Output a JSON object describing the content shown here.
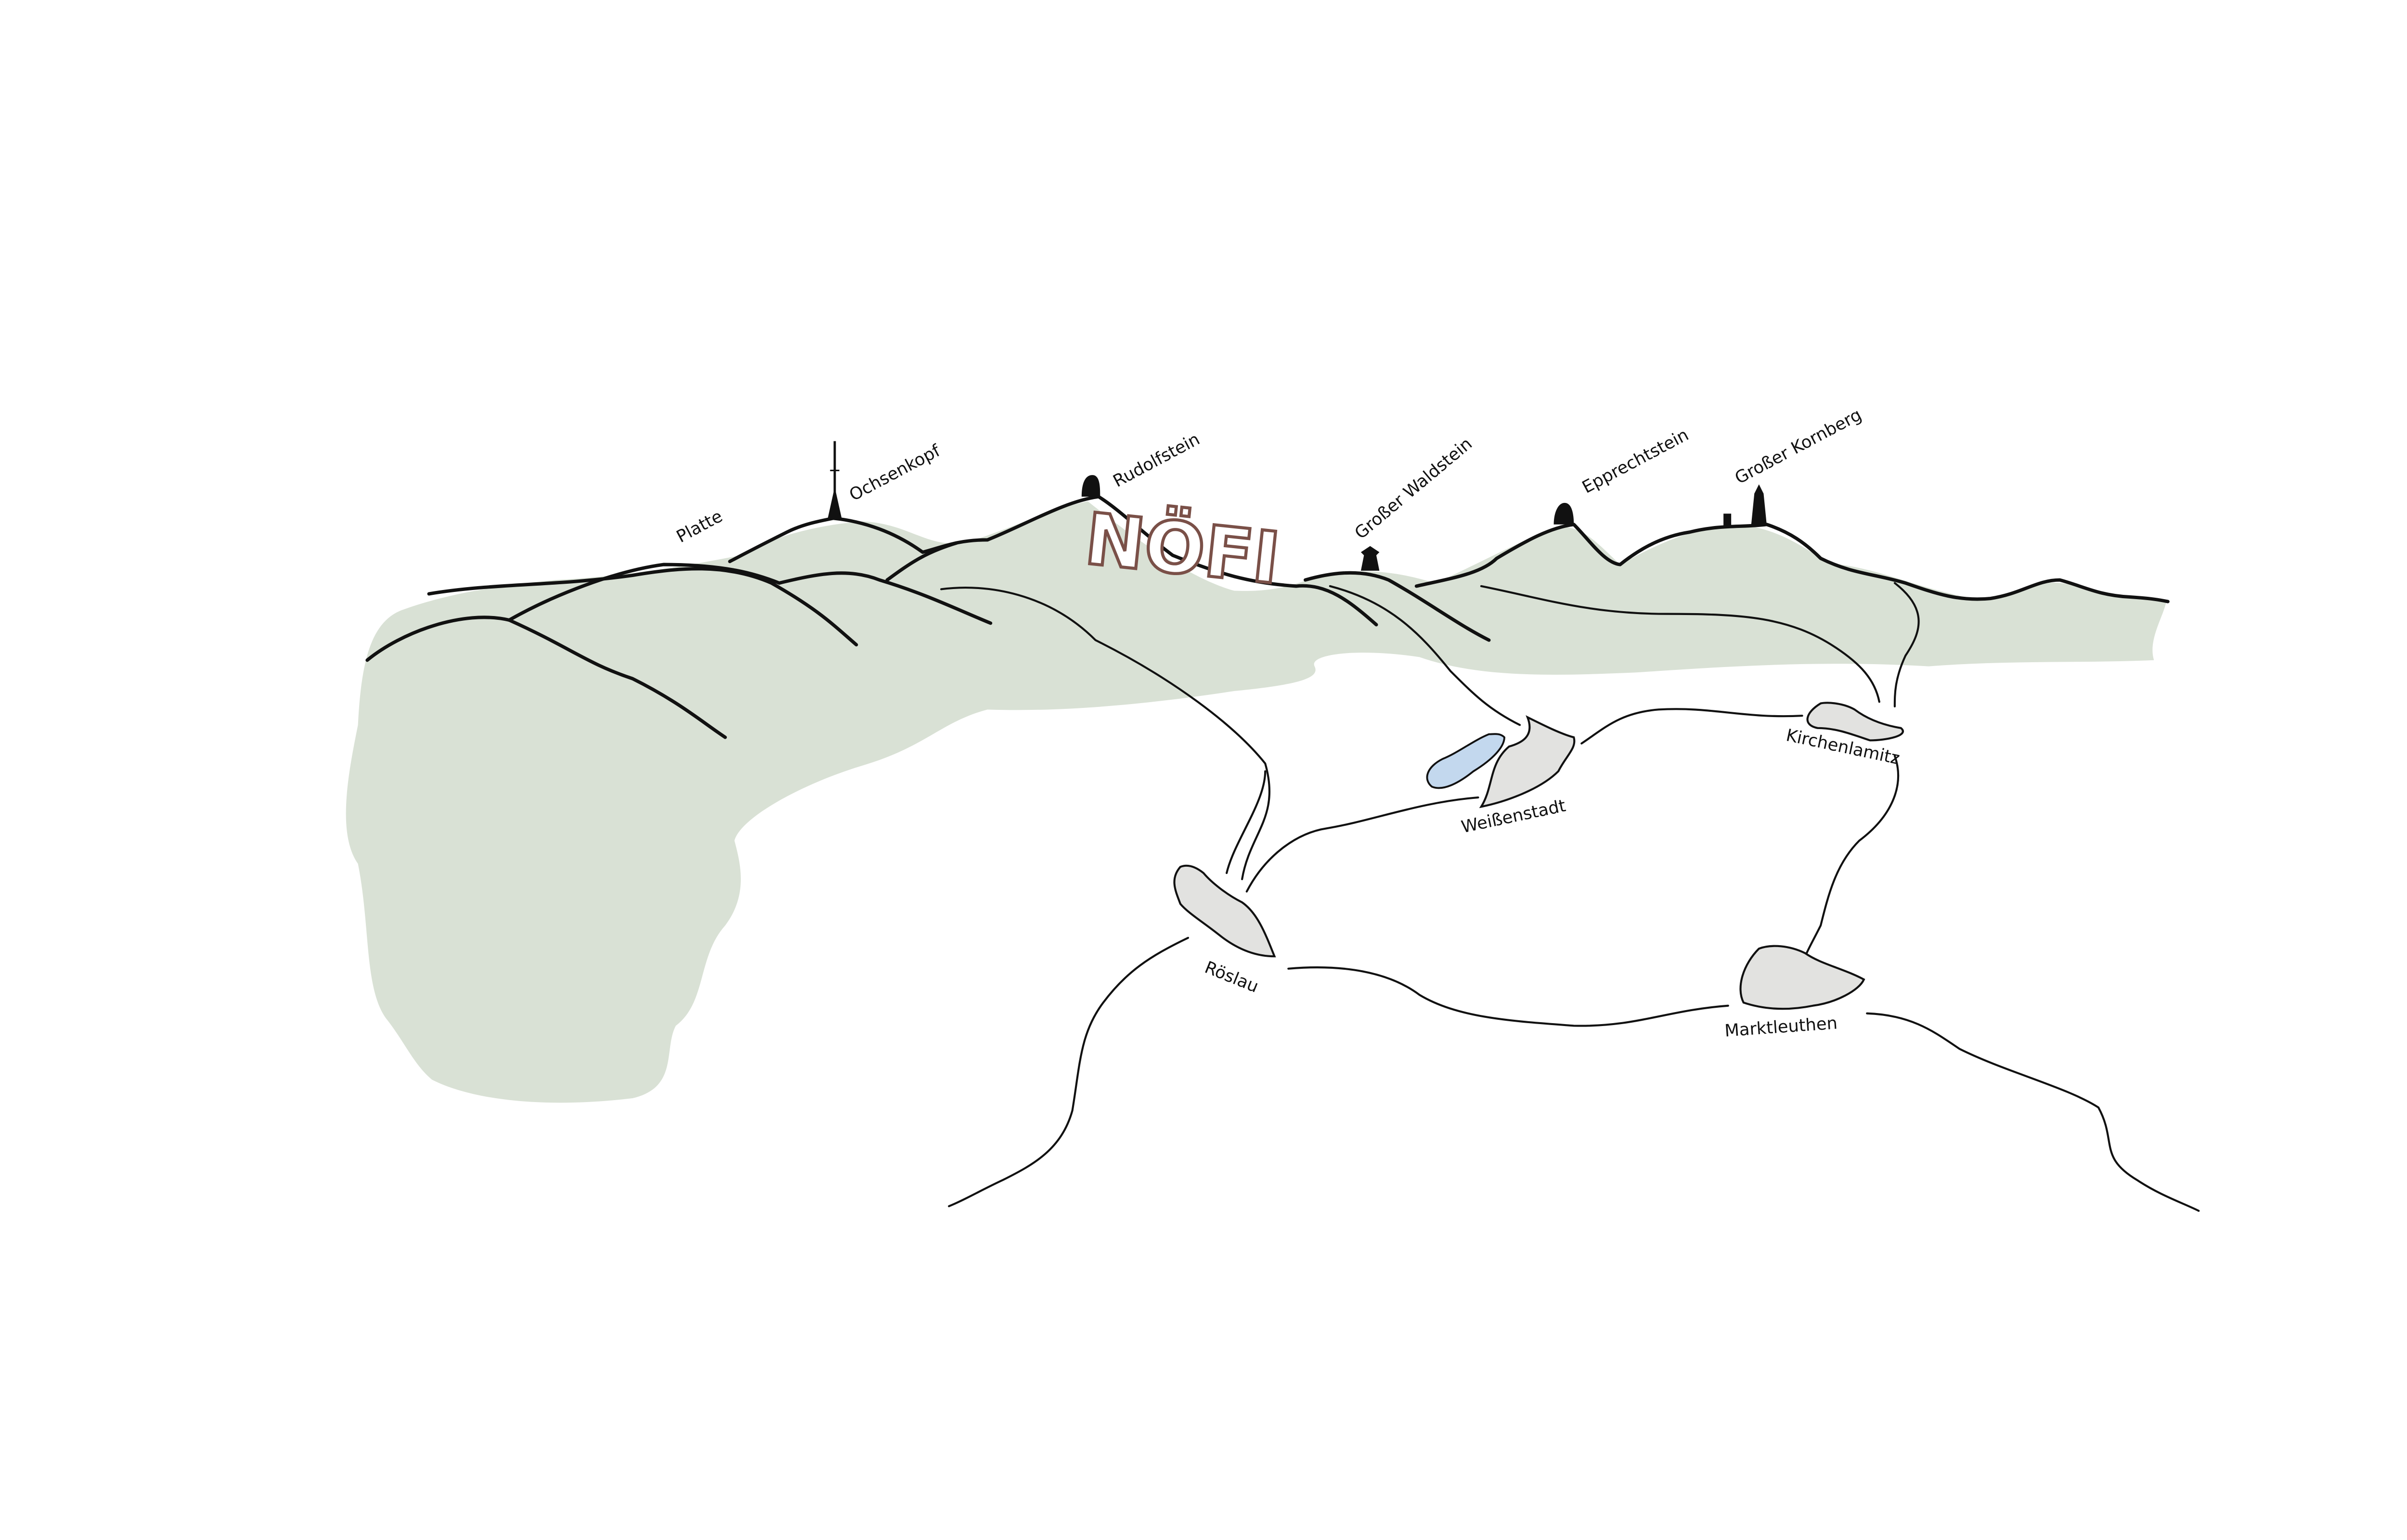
{
  "title_logo": "NÖFI",
  "colors": {
    "land": "#d9e1d5",
    "town": "#e2e2e0",
    "lake": "#c3d8ee",
    "logo_outline": "#7a5048"
  },
  "peaks": [
    {
      "name": "Platte",
      "icon": "none"
    },
    {
      "name": "Ochsenkopf",
      "icon": "antenna-tower-icon"
    },
    {
      "name": "Rudolfstein",
      "icon": "rock-icon"
    },
    {
      "name": "Großer Waldstein",
      "icon": "lookout-tower-icon"
    },
    {
      "name": "Epprechtstein",
      "icon": "rock-icon"
    },
    {
      "name": "Großer Kornberg",
      "icon": "tower-icon"
    }
  ],
  "towns": [
    {
      "name": "Weißenstadt"
    },
    {
      "name": "Kirchenlamitz"
    },
    {
      "name": "Röslau"
    },
    {
      "name": "Marktleuthen"
    }
  ]
}
